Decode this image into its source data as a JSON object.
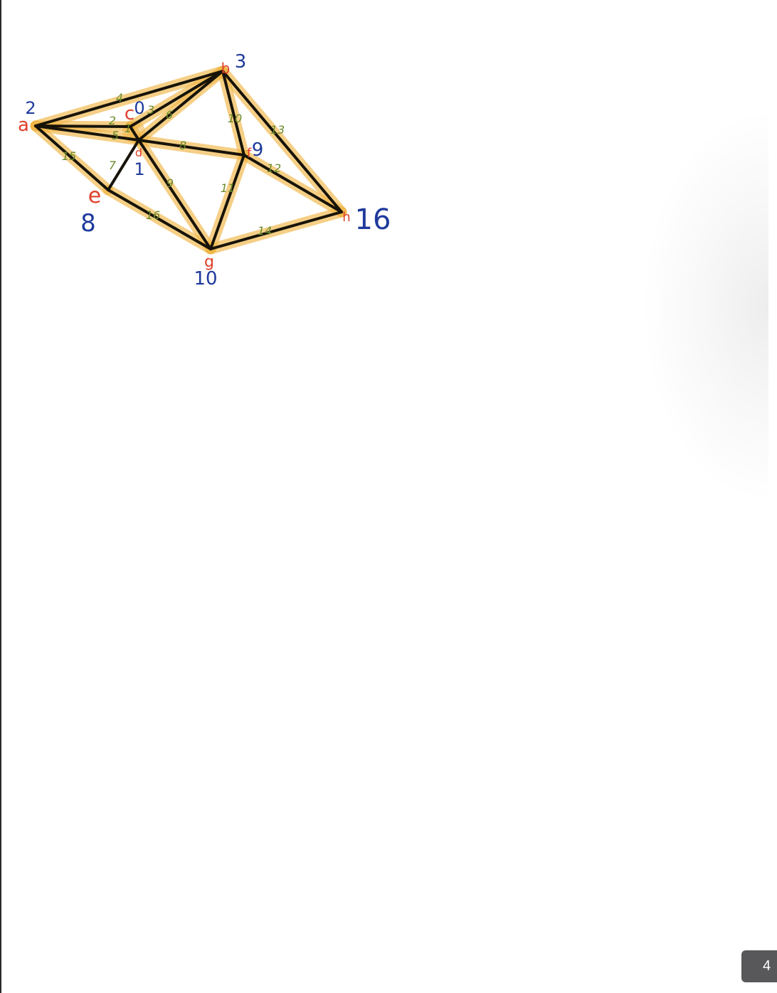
{
  "diagram": {
    "nodes": [
      {
        "id": "a",
        "name_label": "a",
        "value_label": "2"
      },
      {
        "id": "b",
        "name_label": "b",
        "value_label": "3"
      },
      {
        "id": "c",
        "name_label": "c",
        "value_label": "0"
      },
      {
        "id": "d",
        "name_label": "d",
        "value_label": "1"
      },
      {
        "id": "e",
        "name_label": "e",
        "value_label": "8"
      },
      {
        "id": "f",
        "name_label": "f",
        "value_label": "9"
      },
      {
        "id": "g",
        "name_label": "g",
        "value_label": "10"
      },
      {
        "id": "h",
        "name_label": "h",
        "value_label": "16"
      }
    ],
    "edges": [
      {
        "from": "a",
        "to": "b",
        "weight": "4",
        "highlighted": true
      },
      {
        "from": "a",
        "to": "c",
        "weight": "2",
        "highlighted": true
      },
      {
        "from": "a",
        "to": "d",
        "weight": "5",
        "highlighted": true
      },
      {
        "from": "a",
        "to": "e",
        "weight": "15",
        "highlighted": true
      },
      {
        "from": "c",
        "to": "b",
        "weight": "3",
        "highlighted": true
      },
      {
        "from": "c",
        "to": "d",
        "weight": "1",
        "highlighted": true
      },
      {
        "from": "d",
        "to": "b",
        "weight": "6",
        "highlighted": true
      },
      {
        "from": "d",
        "to": "e",
        "weight": "7",
        "highlighted": false
      },
      {
        "from": "d",
        "to": "f",
        "weight": "8",
        "highlighted": true
      },
      {
        "from": "d",
        "to": "g",
        "weight": "9",
        "highlighted": true
      },
      {
        "from": "b",
        "to": "f",
        "weight": "10",
        "highlighted": true
      },
      {
        "from": "b",
        "to": "h",
        "weight": "13",
        "highlighted": true
      },
      {
        "from": "e",
        "to": "g",
        "weight": "16",
        "highlighted": true
      },
      {
        "from": "f",
        "to": "g",
        "weight": "11",
        "highlighted": true
      },
      {
        "from": "f",
        "to": "h",
        "weight": "12",
        "highlighted": true
      },
      {
        "from": "g",
        "to": "h",
        "weight": "14",
        "highlighted": true
      }
    ]
  },
  "colors": {
    "edge": "#171309",
    "highlight": "#f0b545",
    "node_name": "#e0402a",
    "node_value": "#1e3a9c",
    "edge_weight": "#6a8a2a"
  },
  "page_indicator": {
    "text": "4"
  }
}
